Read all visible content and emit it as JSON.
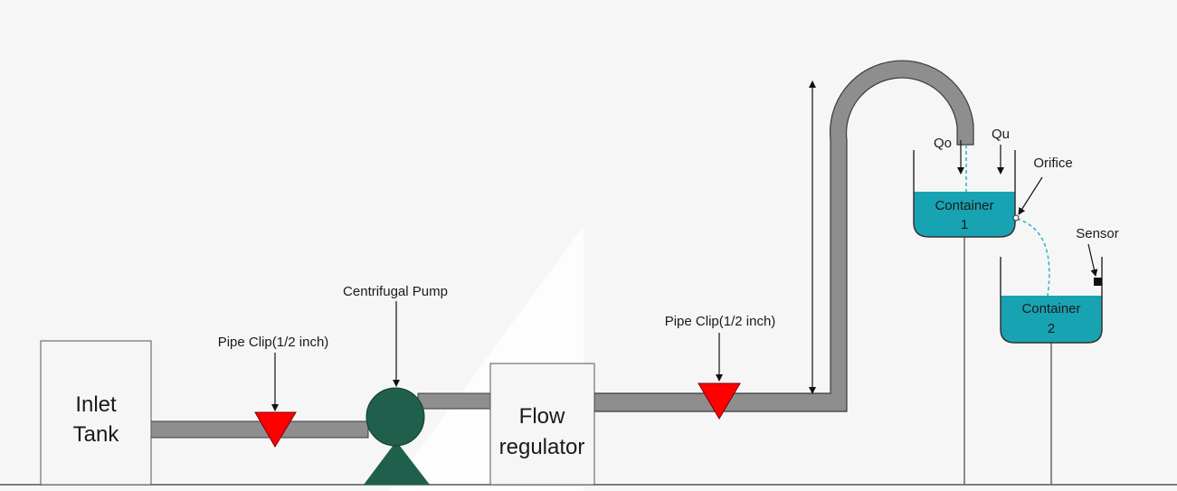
{
  "components": {
    "inlet_tank": {
      "line1": "Inlet",
      "line2": "Tank"
    },
    "flow_regulator": {
      "line1": "Flow",
      "line2": "regulator"
    },
    "container_1": {
      "line1": "Container",
      "line2": "1"
    },
    "container_2": {
      "line1": "Container",
      "line2": "2"
    }
  },
  "labels": {
    "pipe_clip_left": "Pipe Clip(1/2 inch)",
    "pipe_clip_right": "Pipe Clip(1/2 inch)",
    "centrifugal_pump": "Centrifugal Pump",
    "qo": "Qo",
    "qu": "Qu",
    "orifice": "Orifice",
    "sensor": "Sensor"
  },
  "colors": {
    "pipe": "#8e8e8e",
    "pipe_outline": "#3a3a3a",
    "valve": "#ff0000",
    "pump": "#1f5f4b",
    "water": "#18a3b3",
    "flow_stream": "#2ab0c8",
    "background": "#f6f6f6"
  }
}
